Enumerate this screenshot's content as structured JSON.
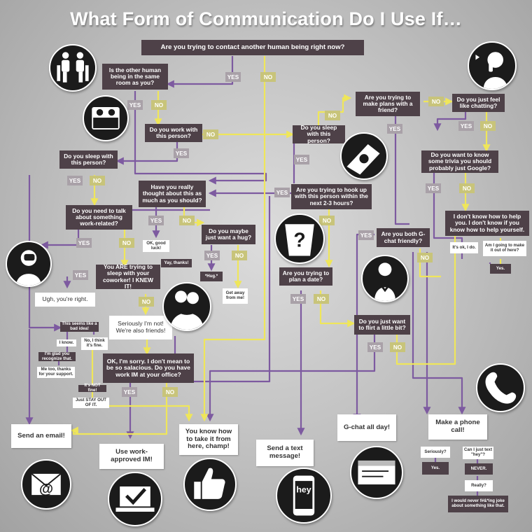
{
  "page": {
    "title": "What Form of Communication Do I Use If…"
  },
  "labels": {
    "yes": "YES",
    "no": "NO"
  },
  "questions": {
    "q_human": "Are you trying to contact another human being right now?",
    "q_same_room": "Is the other human being in the same room as you?",
    "q_work_with": "Do you work with this person?",
    "q_sleep_left": "Do you sleep with this person?",
    "q_thought": "Have you really thought about this as much as you should?",
    "q_work_related": "Do you need to talk about something work-related?",
    "q_hug": "Do you maybe just want a hug?",
    "q_sleep_center": "Do you sleep with this person?",
    "q_hookup": "Are you trying to hook up with this person within the next 2-3 hours?",
    "q_plan_date": "Are you trying to plan a date?",
    "q_flirt": "Do you just want to flirt a little bit?",
    "q_make_plans": "Are you trying to make plans with a friend?",
    "q_chatting": "Do you just feel like chatting?",
    "q_trivia": "Do you want to know some trivia you should probably just Google?",
    "q_gchat_friendly": "Are you both G-chat friendly?",
    "q_help_yourself": "I don't know how to help you. I don't know if you know how to help yourself.",
    "q_salacious": "OK, I'm sorry. I don't mean to be so salacious. Do you have work IM at your office?",
    "q_sleep_coworker": "You ARE trying to sleep with your coworker! I KNEW IT!"
  },
  "replies": {
    "ugh_right": "Ugh, you're right.",
    "seriously_friends": "Seriously I'm not! We're also friends!",
    "ok_good_luck": "OK, good luck!",
    "yay_thanks": "Yay, thanks!",
    "hug": "*Hug.*",
    "get_away": "Get away from me!",
    "bad_idea": "This seems like a bad idea!",
    "i_know": "I know.",
    "no_its_fine": "No, I think it's fine.",
    "glad_recognize": "I'm glad you recognize that.",
    "me_too": "Me too, thanks for your support.",
    "its_not_fine": "It's NOT fine!",
    "stay_out": "Just STAY OUT OF IT.",
    "its_ok_i_do": "It's ok, I do.",
    "am_i_going": "Am I going to make it out of here?",
    "yes_reply": "Yes.",
    "seriously_q": "Seriously?",
    "yes_reply2": "Yes.",
    "can_i_text": "Can I just text \"hey\"?",
    "never": "NEVER.",
    "really": "Really?",
    "would_never": "I would never f#&*ing joke about something like that."
  },
  "outcomes": {
    "send_email": "Send an email!",
    "work_im": "Use work-approved IM!",
    "take_it": "You know how to take it from here, champ!",
    "text_message": "Send a text message!",
    "gchat_all_day": "G-chat all day!",
    "phone_call": "Make a phone call!"
  },
  "icons": [
    "two-people-sitting-icon",
    "person-talking-phone-icon",
    "couple-in-bed-icon",
    "wrist-watch-icon",
    "question-mark-cup-icon",
    "person-covering-face-icon",
    "hugging-people-icon",
    "shy-person-icon",
    "telephone-handset-icon",
    "email-at-sign-icon",
    "laptop-checkmark-icon",
    "thumbs-up-icon",
    "smartphone-hey-icon",
    "chat-window-icon"
  ],
  "phone_screen_text": "hey",
  "colors": {
    "question_box": "#4e4148",
    "yes_path": "#7d5aa0",
    "no_path": "#efe65a",
    "yes_tag": "#a9a1a8",
    "no_tag": "#c8c47a",
    "background": "#c4c4c4"
  }
}
